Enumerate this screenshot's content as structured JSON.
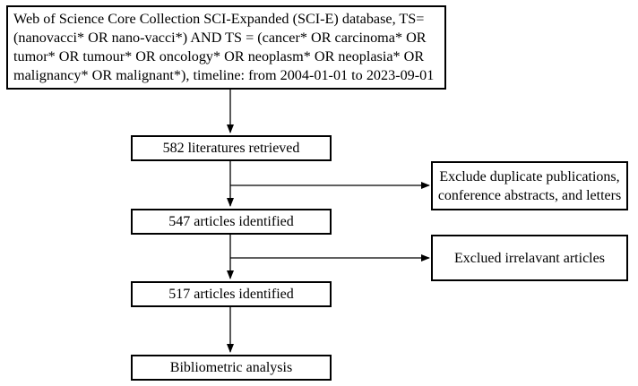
{
  "diagram": {
    "search_box": {
      "lines": [
        "Web of Science Core Collection SCI-Expanded (SCI-E) database, TS=",
        "(nanovacci* OR nano-vacci*) AND TS = (cancer* OR carcinoma* OR",
        "tumor* OR tumour* OR oncology* OR neoplasm* OR neoplasia* OR",
        "malignancy* OR malignant*), timeline: from 2004-01-01 to 2023-09-01"
      ]
    },
    "steps": [
      {
        "label": "582 literatures retrieved"
      },
      {
        "label": "547 articles identified"
      },
      {
        "label": "517 articles identified"
      },
      {
        "label": "Bibliometric analysis"
      }
    ],
    "exclusions": [
      {
        "lines": [
          "Exclude duplicate publications,",
          "conference abstracts, and letters"
        ]
      },
      {
        "lines": [
          "Exclued irrelavant articles"
        ]
      }
    ]
  }
}
